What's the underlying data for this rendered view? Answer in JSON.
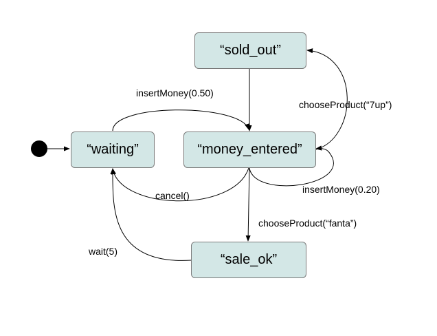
{
  "states": [
    {
      "id": "sold_out",
      "label": "“sold_out”"
    },
    {
      "id": "waiting",
      "label": "“waiting”"
    },
    {
      "id": "money_entered",
      "label": "“money_entered”"
    },
    {
      "id": "sale_ok",
      "label": "“sale_ok”"
    }
  ],
  "transitions": [
    {
      "from": "initial",
      "to": "waiting",
      "label": ""
    },
    {
      "from": "waiting",
      "to": "money_entered",
      "label": "insertMoney(0.50)"
    },
    {
      "from": "money_entered",
      "to": "sold_out",
      "label": "chooseProduct(“7up”)"
    },
    {
      "from": "sold_out",
      "to": "money_entered",
      "label": ""
    },
    {
      "from": "money_entered",
      "to": "waiting",
      "label": "cancel()"
    },
    {
      "from": "money_entered",
      "to": "money_entered",
      "label": "insertMoney(0.20)"
    },
    {
      "from": "money_entered",
      "to": "sale_ok",
      "label": "chooseProduct(“fanta”)"
    },
    {
      "from": "sale_ok",
      "to": "waiting",
      "label": "wait(5)"
    }
  ],
  "colors": {
    "state_fill": "#d3e7e6",
    "state_border": "#7a7a7a",
    "edge": "#000000"
  }
}
